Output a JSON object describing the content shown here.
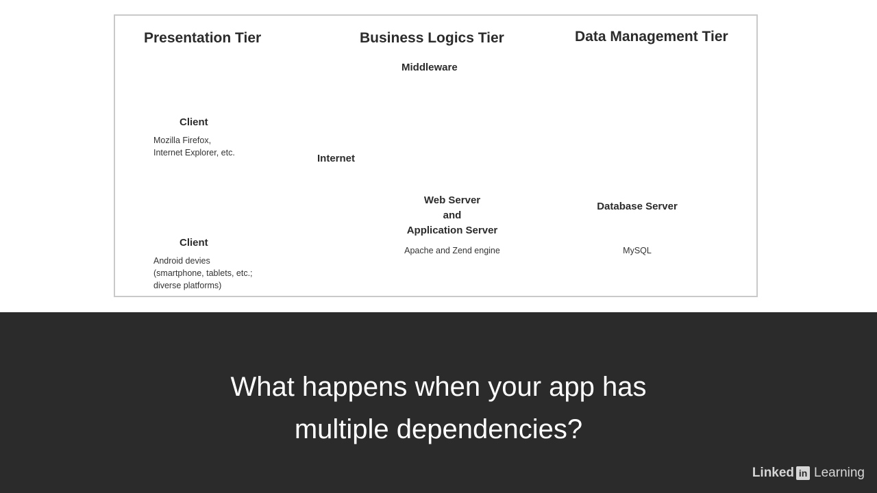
{
  "diagram": {
    "tiers": {
      "presentation": "Presentation Tier",
      "business": "Business Logics Tier",
      "data": "Data Management Tier"
    },
    "middleware": "Middleware",
    "nodes": {
      "client_desktop": {
        "label": "Client",
        "desc_line1": "Mozilla Firefox,",
        "desc_line2": "Internet Explorer, etc."
      },
      "client_mobile": {
        "label": "Client",
        "desc_line1": "Android devies",
        "desc_line2": "(smartphone, tablets, etc.;",
        "desc_line3": "diverse platforms)"
      },
      "internet": {
        "label": "Internet"
      },
      "web_server": {
        "label_line1": "Web Server",
        "label_line2": "and",
        "label_line3": "Application Server",
        "desc": "Apache and Zend engine"
      },
      "database": {
        "label": "Database Server",
        "desc": "MySQL"
      }
    },
    "colors": {
      "line": "#7a7a7a",
      "circle": "#cfcfcf",
      "globe": "#5fa84a",
      "desktop_bar": "#6dbb5a"
    }
  },
  "caption": {
    "line1": "What happens when your app has",
    "line2": "multiple dependencies?"
  },
  "brand": {
    "linked": "Linked",
    "in": "in",
    "learning": "Learning"
  }
}
